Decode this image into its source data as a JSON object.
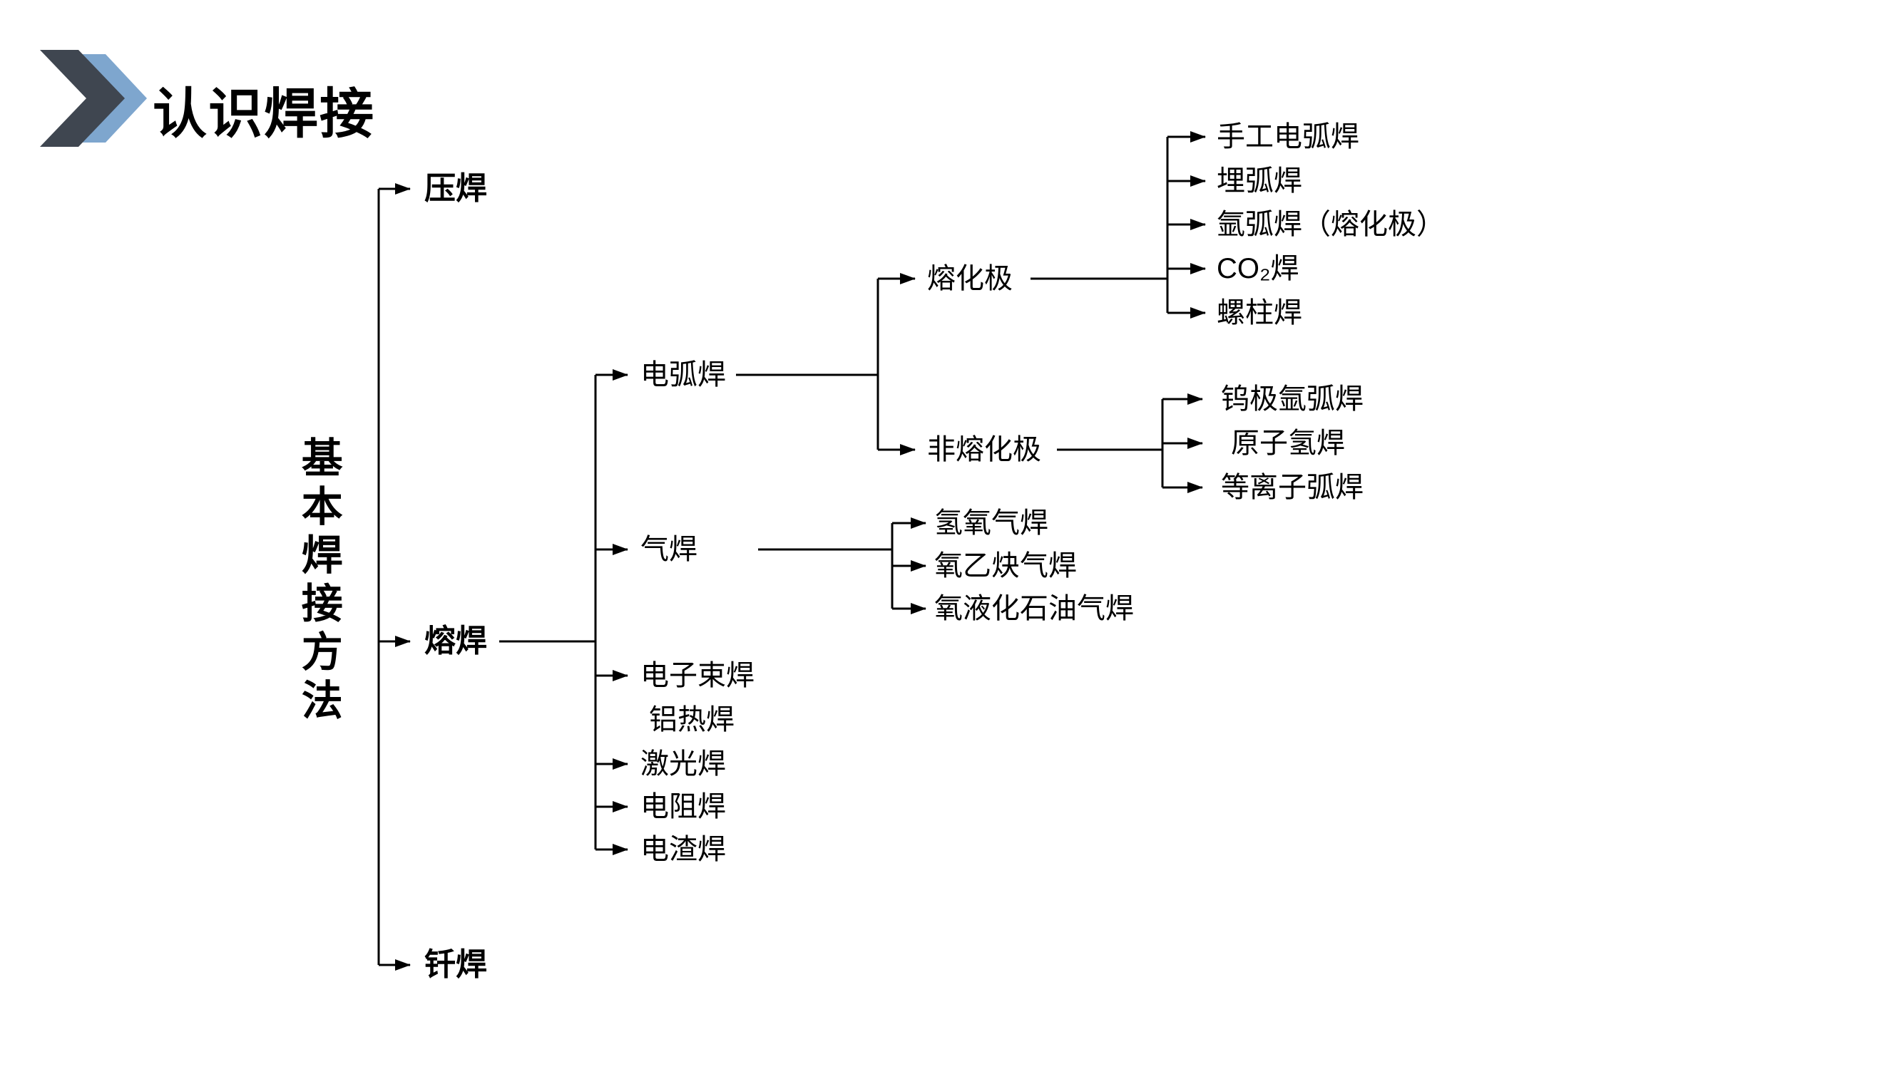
{
  "slide": {
    "title": "认识焊接",
    "accent_colors": {
      "chevron_dark": "#3f4650",
      "chevron_blue": "#7ea6ce",
      "line": "#000000"
    }
  },
  "tree": {
    "root": "基本焊接方法",
    "branches": [
      {
        "label": "压焊"
      },
      {
        "label": "熔焊",
        "children": [
          {
            "label": "电弧焊",
            "children": [
              {
                "label": "熔化极",
                "children": [
                  {
                    "label": "手工电弧焊"
                  },
                  {
                    "label": "埋弧焊"
                  },
                  {
                    "label": "氩弧焊（熔化极）"
                  },
                  {
                    "label": "CO₂焊"
                  },
                  {
                    "label": "螺柱焊"
                  }
                ]
              },
              {
                "label": "非熔化极",
                "children": [
                  {
                    "label": "钨极氩弧焊"
                  },
                  {
                    "label": "原子氢焊"
                  },
                  {
                    "label": "等离子弧焊"
                  }
                ]
              }
            ]
          },
          {
            "label": "气焊",
            "children": [
              {
                "label": "氢氧气焊"
              },
              {
                "label": "氧乙炔气焊"
              },
              {
                "label": "氧液化石油气焊"
              }
            ]
          },
          {
            "label": "电子束焊"
          },
          {
            "label": "铝热焊"
          },
          {
            "label": "激光焊"
          },
          {
            "label": "电阻焊"
          },
          {
            "label": "电渣焊"
          }
        ]
      },
      {
        "label": "钎焊"
      }
    ]
  }
}
